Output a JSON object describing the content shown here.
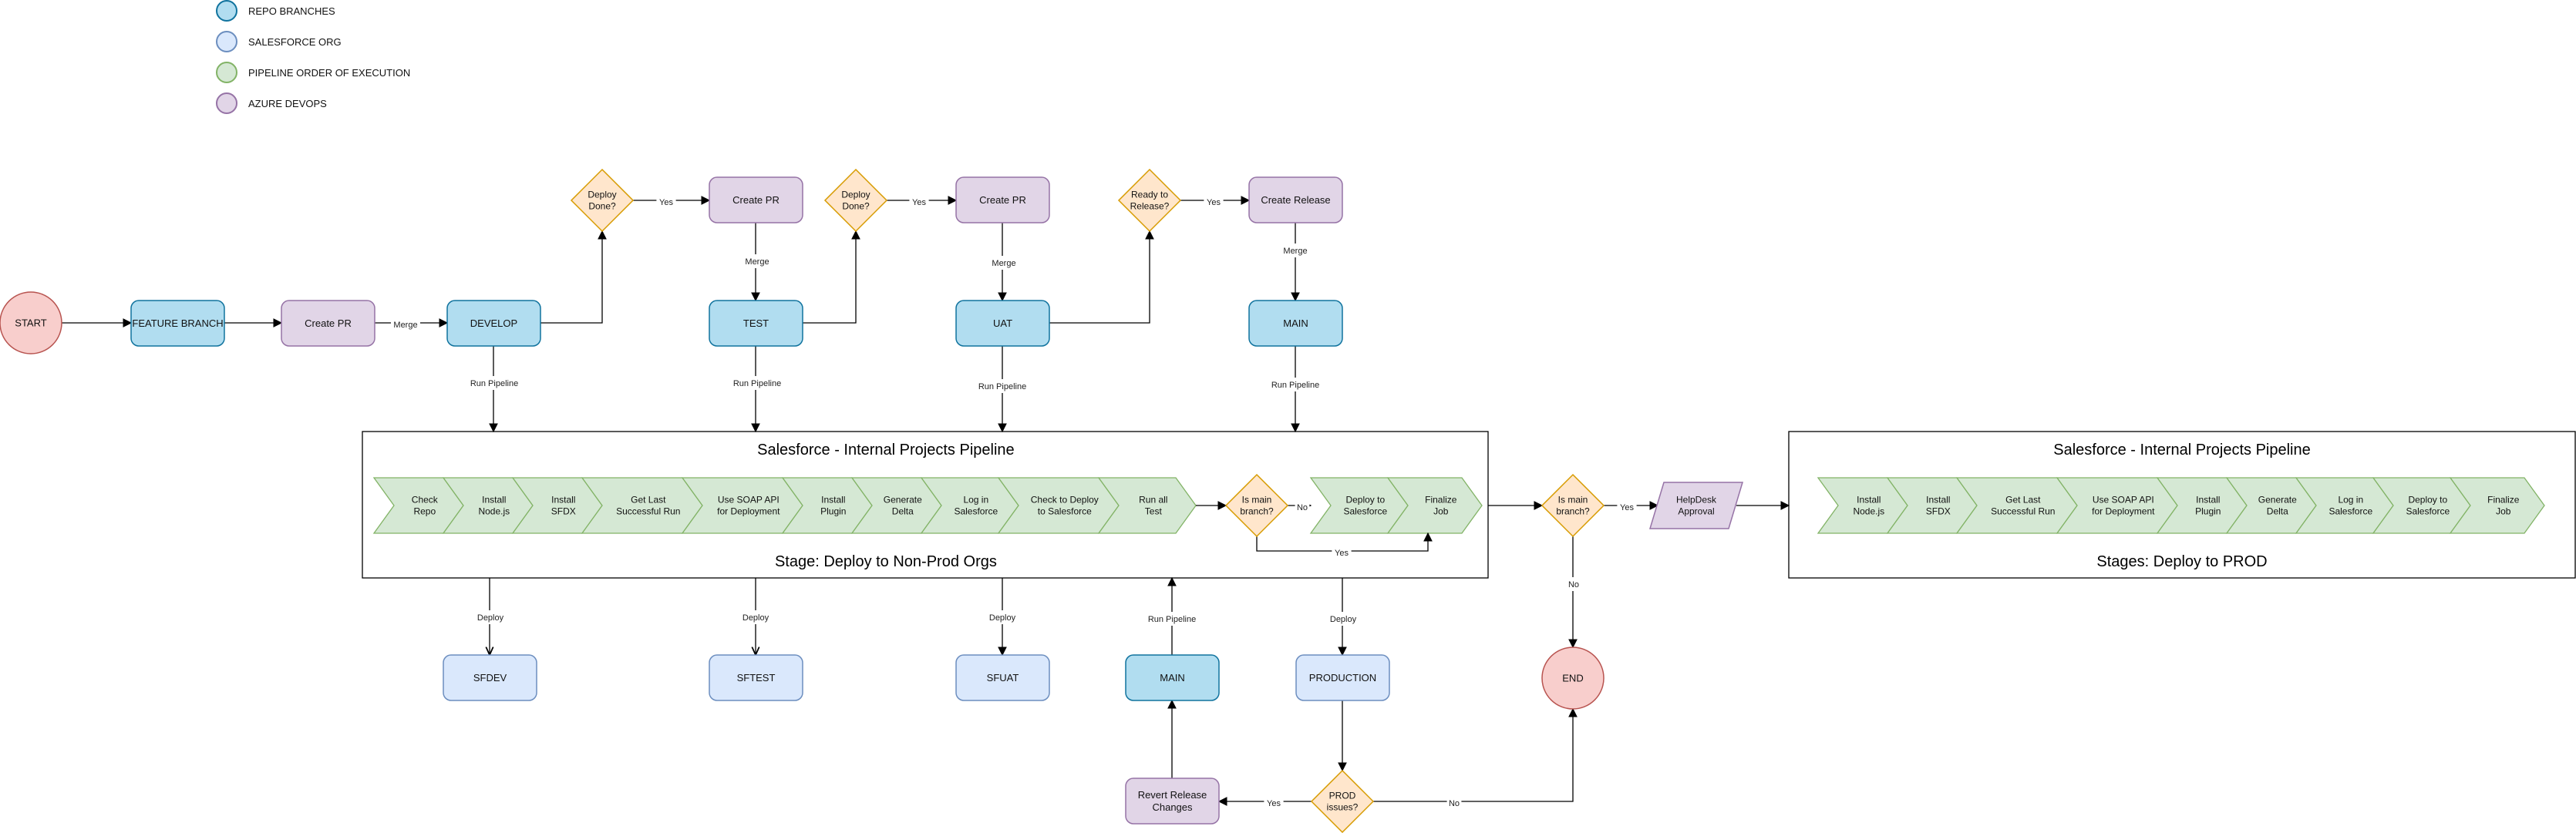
{
  "legend": [
    {
      "label": "REPO BRANCHES",
      "color": "#b1ddf0",
      "border": "#10739e"
    },
    {
      "label": "SALESFORCE ORG",
      "color": "#dae8fc",
      "border": "#6c8ebf"
    },
    {
      "label": "PIPELINE ORDER OF EXECUTION",
      "color": "#d5e8d4",
      "border": "#82b366"
    },
    {
      "label": "AZURE DEVOPS",
      "color": "#e1d5e7",
      "border": "#9673a6"
    }
  ],
  "colors": {
    "repo": "#b1ddf0",
    "repo_border": "#10739e",
    "org": "#dae8fc",
    "org_border": "#6c8ebf",
    "step": "#d5e8d4",
    "step_border": "#82b366",
    "devops": "#e1d5e7",
    "devops_border": "#9673a6",
    "decision": "#ffe6cc",
    "decision_border": "#d79b00",
    "terminal": "#f8cecc",
    "terminal_border": "#b85450"
  },
  "nodes": {
    "start": "START",
    "feature_branch": "FEATURE BRANCH",
    "create_pr_1": "Create PR",
    "develop": "DEVELOP",
    "deploy_done_1": "Deploy\nDone?",
    "create_pr_2": "Create PR",
    "test": "TEST",
    "deploy_done_2": "Deploy\nDone?",
    "create_pr_3": "Create PR",
    "uat": "UAT",
    "ready_release": "Ready to\nRelease?",
    "create_release": "Create Release",
    "main_top": "MAIN",
    "sfdev": "SFDEV",
    "sftest": "SFTEST",
    "sfuat": "SFUAT",
    "main_bottom": "MAIN",
    "production": "PRODUCTION",
    "revert": "Revert Release\nChanges",
    "prod_issues": "PROD\nissues?",
    "is_main_outer": "Is main\nbranch?",
    "helpdesk": "HelpDesk\nApproval",
    "end": "END"
  },
  "edge_labels": {
    "merge": "Merge",
    "yes": "Yes",
    "no": "No",
    "run_pipeline": "Run Pipeline",
    "deploy": "Deploy"
  },
  "nonprod": {
    "title": "Salesforce - Internal Projects Pipeline",
    "stage": "Stage: Deploy to Non-Prod Orgs",
    "steps": [
      "Check\nRepo",
      "Install\nNode.js",
      "Install\nSFDX",
      "Get Last\nSuccessful Run",
      "Use SOAP API\nfor Deployment",
      "Install\nPlugin",
      "Generate\nDelta",
      "Log in\nSalesforce",
      "Check to Deploy\nto Salesforce",
      "Run all\nTest"
    ],
    "decision": "Is main\nbranch?",
    "after_steps": [
      "Deploy to\nSalesforce",
      "Finalize\nJob"
    ]
  },
  "prod": {
    "title": "Salesforce - Internal Projects Pipeline",
    "stage": "Stages: Deploy to PROD",
    "steps": [
      "Install\nNode.js",
      "Install\nSFDX",
      "Get Last\nSuccessful Run",
      "Use SOAP API\nfor Deployment",
      "Install\nPlugin",
      "Generate\nDelta",
      "Log in\nSalesforce",
      "Deploy to\nSalesforce",
      "Finalize\nJob"
    ]
  }
}
